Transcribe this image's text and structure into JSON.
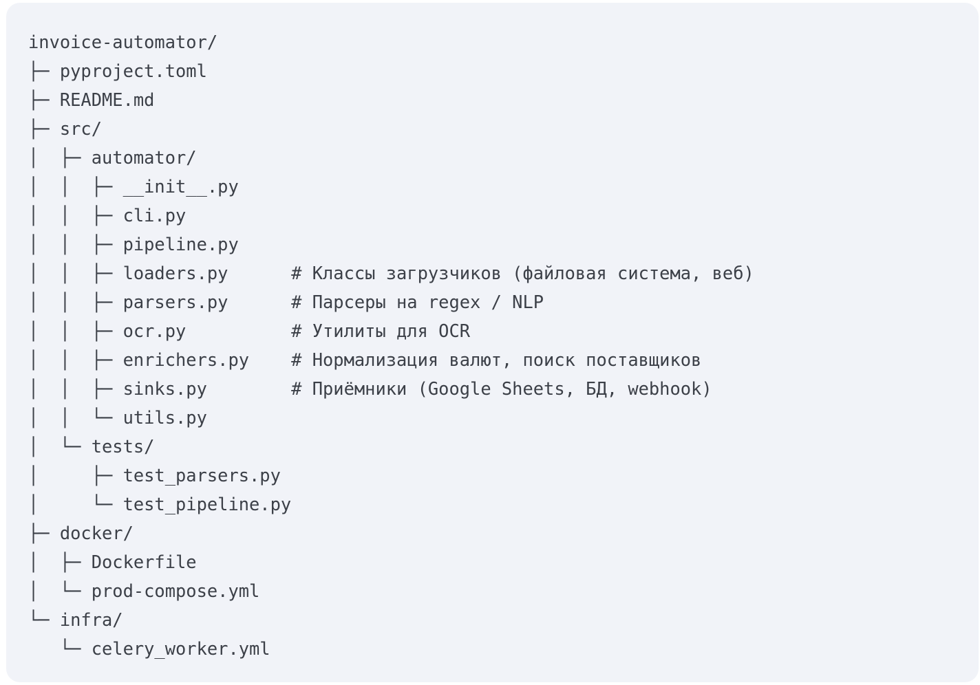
{
  "code_block": {
    "lines": [
      "invoice-automator/",
      "├─ pyproject.toml",
      "├─ README.md",
      "├─ src/",
      "│  ├─ automator/",
      "│  │  ├─ __init__.py",
      "│  │  ├─ cli.py",
      "│  │  ├─ pipeline.py",
      "│  │  ├─ loaders.py      # Классы загрузчиков (файловая система, веб)",
      "│  │  ├─ parsers.py      # Парсеры на regex / NLP",
      "│  │  ├─ ocr.py          # Утилиты для OCR",
      "│  │  ├─ enrichers.py    # Нормализация валют, поиск поставщиков",
      "│  │  ├─ sinks.py        # Приёмники (Google Sheets, БД, webhook)",
      "│  │  └─ utils.py",
      "│  └─ tests/",
      "│     ├─ test_parsers.py",
      "│     └─ test_pipeline.py",
      "├─ docker/",
      "│  ├─ Dockerfile",
      "│  └─ prod-compose.yml",
      "└─ infra/",
      "   └─ celery_worker.yml"
    ]
  }
}
